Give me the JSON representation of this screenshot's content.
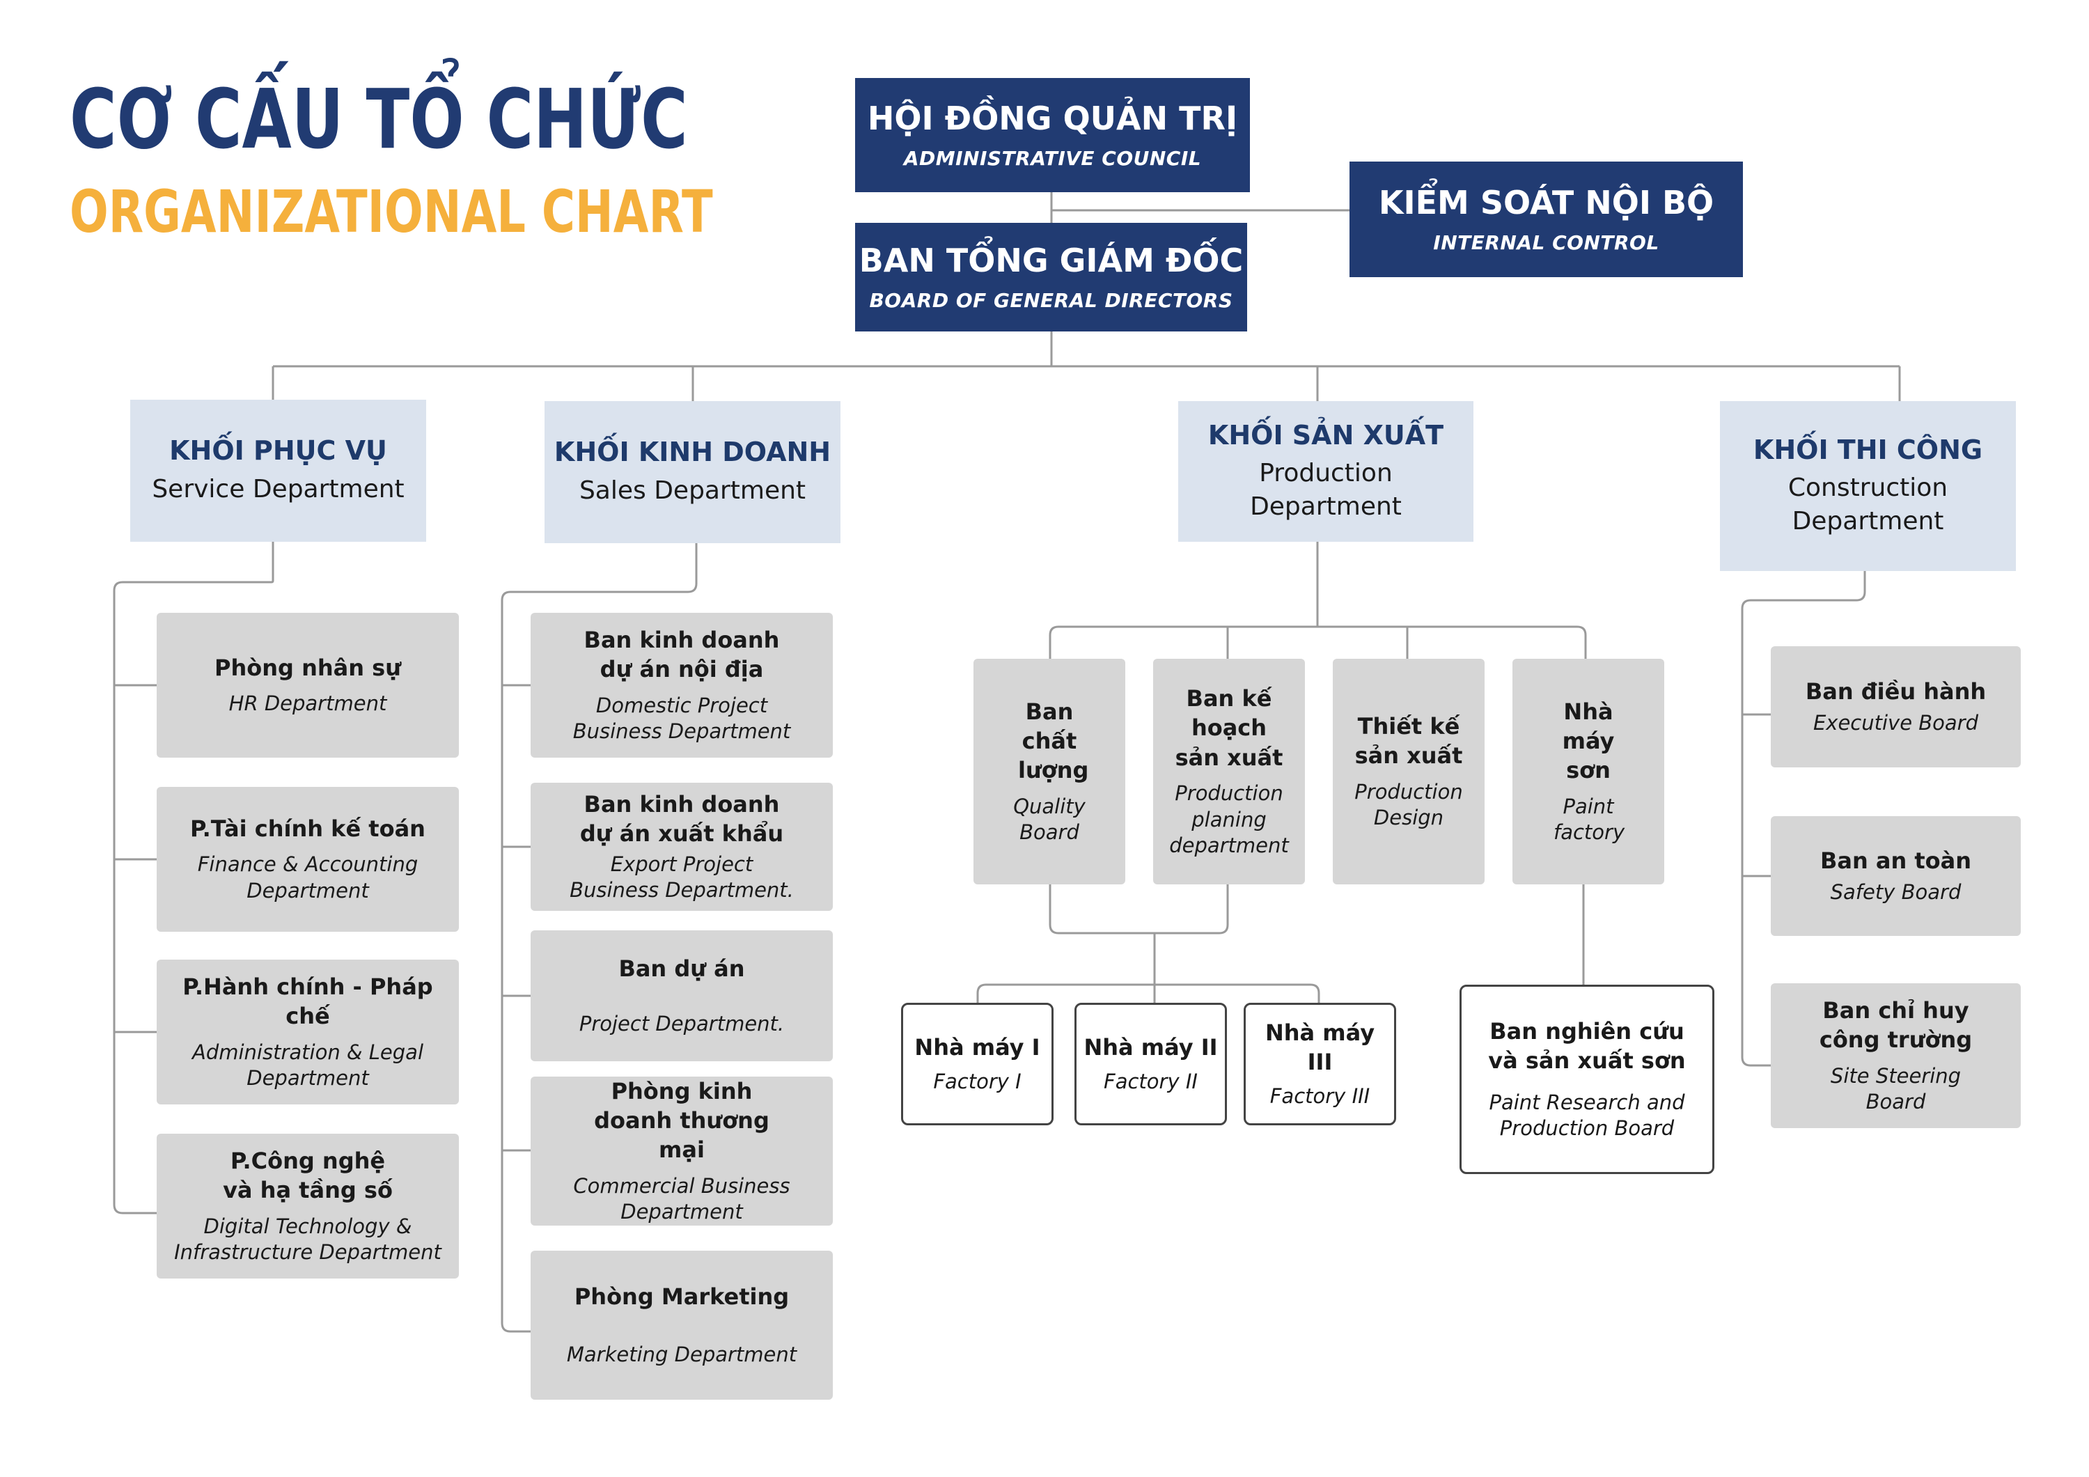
{
  "header": {
    "title_vi": "CƠ CẤU TỔ CHỨC",
    "title_en": "ORGANIZATIONAL CHART"
  },
  "top": {
    "council": {
      "vi": "HỘI ĐỒNG QUẢN TRỊ",
      "en": "ADMINISTRATIVE COUNCIL"
    },
    "control": {
      "vi": "KIỂM SOÁT NỘI BỘ",
      "en": "INTERNAL CONTROL"
    },
    "directors": {
      "vi": "BAN TỔNG GIÁM ĐỐC",
      "en": "BOARD OF GENERAL DIRECTORS"
    }
  },
  "divisions": {
    "service": {
      "vi": "KHỐI PHỤC VỤ",
      "en": "Service Department",
      "units": [
        {
          "vi": "Phòng nhân sự",
          "en": "HR Department"
        },
        {
          "vi": "P.Tài chính kế toán",
          "en": "Finance & Accounting Department"
        },
        {
          "vi": "P.Hành chính - Pháp chế",
          "en": "Administration & Legal Department"
        },
        {
          "vi": "P.Công nghệ và hạ tầng số",
          "en": "Digital Technology & Infrastructure Department"
        }
      ]
    },
    "sales": {
      "vi": "KHỐI KINH DOANH",
      "en": "Sales Department",
      "units": [
        {
          "vi": "Ban kinh doanh dự án nội địa",
          "en": "Domestic Project Business Department"
        },
        {
          "vi": "Ban kinh doanh dự án xuất khẩu",
          "en": "Export Project Business Department."
        },
        {
          "vi": "Ban dự án",
          "en": "Project Department."
        },
        {
          "vi": "Phòng kinh doanh thương mại",
          "en": "Commercial Business Department"
        },
        {
          "vi": "Phòng Marketing",
          "en": "Marketing Department"
        }
      ]
    },
    "production": {
      "vi": "KHỐI SẢN XUẤT",
      "en": "Production Department",
      "units": [
        {
          "vi": "Ban chất lượng",
          "en": "Quality Board"
        },
        {
          "vi": "Ban kế hoạch sản xuất",
          "en": "Production planing department"
        },
        {
          "vi": "Thiết kế sản xuất",
          "en": "Production Design"
        },
        {
          "vi": "Nhà máy sơn",
          "en": "Paint factory"
        }
      ],
      "factories": [
        {
          "vi": "Nhà máy I",
          "en": "Factory I"
        },
        {
          "vi": "Nhà máy II",
          "en": "Factory II"
        },
        {
          "vi": "Nhà máy III",
          "en": "Factory III"
        }
      ],
      "research": {
        "vi": "Ban nghiên cứu và sản xuất sơn",
        "en": "Paint Research and Production Board"
      }
    },
    "construction": {
      "vi": "KHỐI THI CÔNG",
      "en": "Construction Department",
      "units": [
        {
          "vi": "Ban điều hành",
          "en": "Executive Board"
        },
        {
          "vi": "Ban an toàn",
          "en": "Safety Board"
        },
        {
          "vi": "Ban chỉ huy công trường",
          "en": "Site Steering Board"
        }
      ]
    }
  }
}
